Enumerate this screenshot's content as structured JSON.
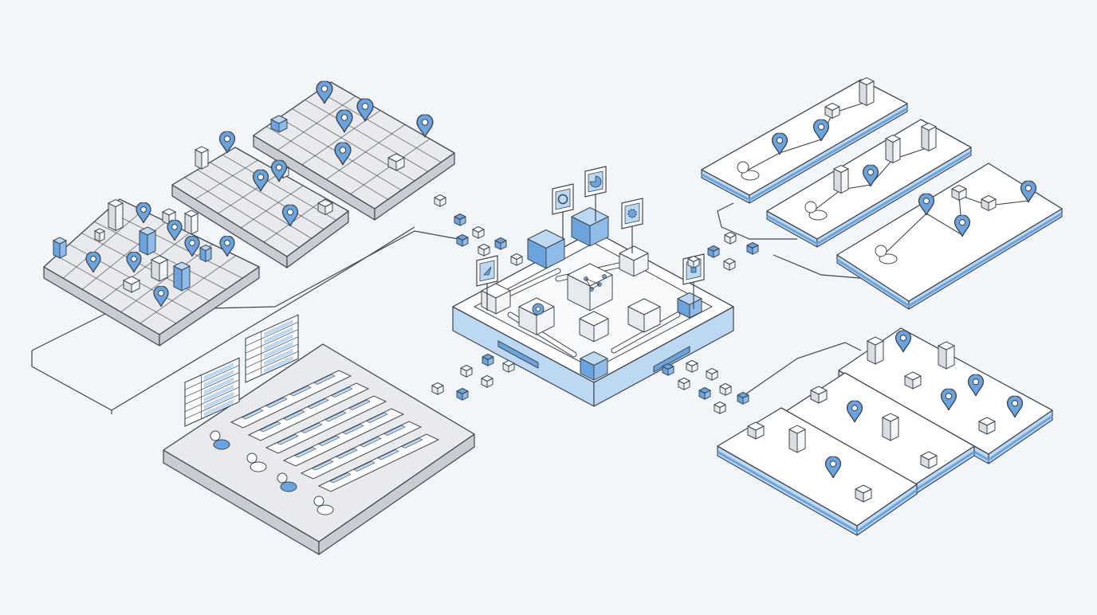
{
  "diagram": {
    "colors": {
      "background": "#f3f6f9",
      "outline": "#3f464f",
      "platform_top": "#e8eaee",
      "platform_side": "#c9ccd2",
      "accent": "#6aa3de",
      "accent_light": "#bcd8f3",
      "accent_side": "#8fbbe9",
      "white": "#ffffff"
    },
    "nodes": [
      {
        "id": "map-tile-1",
        "kind": "map-grid",
        "icons": [
          "location-pin-icon",
          "building-icon"
        ]
      },
      {
        "id": "map-tile-2",
        "kind": "map-grid",
        "icons": [
          "location-pin-icon",
          "building-icon"
        ]
      },
      {
        "id": "map-tile-3",
        "kind": "map-grid-3d-buildings",
        "icons": [
          "location-pin-icon",
          "building-icon"
        ]
      },
      {
        "id": "database-tables",
        "kind": "data-rows",
        "icons": [
          "table-icon",
          "user-icon"
        ]
      },
      {
        "id": "central-hub",
        "kind": "processing-platform",
        "icons": [
          "gear-icon",
          "chart-icon",
          "network-icon",
          "settings-icon",
          "plug-icon",
          "cursor-icon"
        ]
      },
      {
        "id": "route-track-1",
        "kind": "route",
        "icons": [
          "user-icon",
          "location-pin-icon",
          "house-icon",
          "office-building-icon"
        ]
      },
      {
        "id": "route-track-2",
        "kind": "route",
        "icons": [
          "user-icon",
          "location-pin-icon",
          "office-building-icon"
        ]
      },
      {
        "id": "route-track-3",
        "kind": "route",
        "icons": [
          "user-icon",
          "location-pin-icon",
          "house-icon"
        ]
      },
      {
        "id": "delivery-track-1",
        "kind": "delivery",
        "icons": [
          "package-icon",
          "location-pin-icon"
        ]
      },
      {
        "id": "delivery-track-2",
        "kind": "delivery",
        "icons": [
          "house-icon",
          "building-icon"
        ]
      },
      {
        "id": "delivery-track-3",
        "kind": "delivery",
        "icons": [
          "house-icon",
          "location-pin-icon",
          "package-icon"
        ]
      }
    ]
  }
}
